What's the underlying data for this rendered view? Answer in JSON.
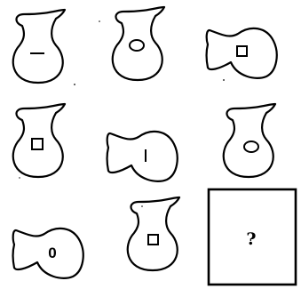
{
  "puzzle": {
    "cells": [
      {
        "shape": "jug-upright",
        "mark": "horizontal-line"
      },
      {
        "shape": "jug-upright",
        "mark": "oval"
      },
      {
        "shape": "jug-sideways",
        "mark": "square"
      },
      {
        "shape": "jug-upright",
        "mark": "square"
      },
      {
        "shape": "jug-sideways",
        "mark": "vertical-line"
      },
      {
        "shape": "jug-upright",
        "mark": "oval"
      },
      {
        "shape": "jug-sideways",
        "mark": "zero"
      },
      {
        "shape": "jug-upright",
        "mark": "square"
      },
      {
        "shape": "answer-box",
        "mark": "question"
      }
    ],
    "question_mark": "?",
    "digit_label": "0"
  }
}
